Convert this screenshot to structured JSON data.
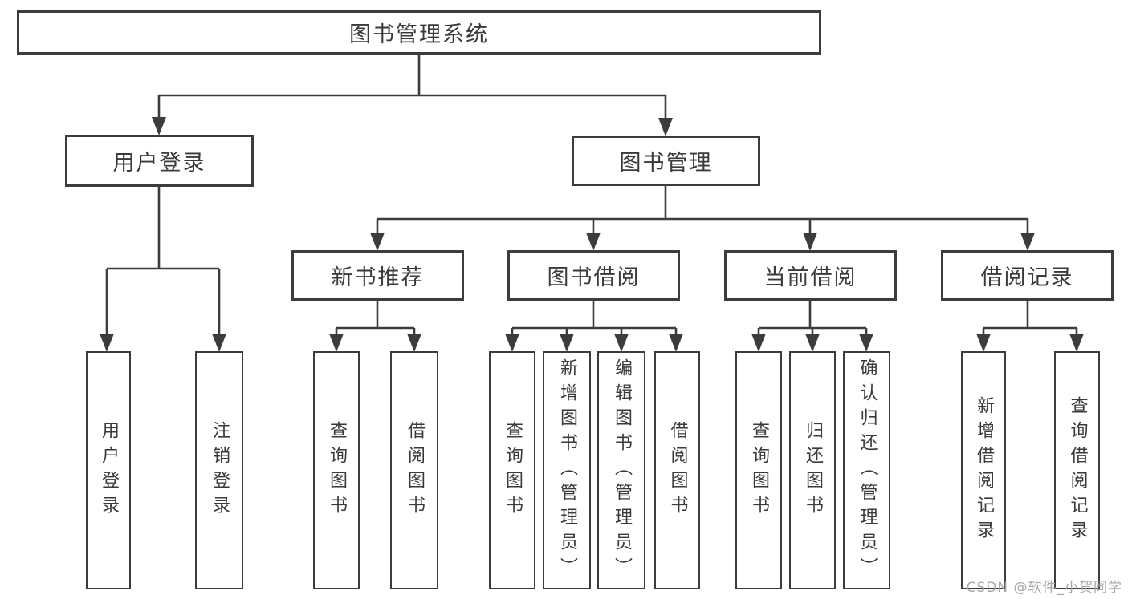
{
  "diagram": {
    "type": "hierarchy-tree",
    "title": "图书管理系统",
    "nodes": {
      "root": {
        "label": "图书管理系统"
      },
      "user_login": {
        "label": "用户登录"
      },
      "book_mgmt": {
        "label": "图书管理"
      },
      "new_book_rec": {
        "label": "新书推荐"
      },
      "book_borrow": {
        "label": "图书借阅"
      },
      "current_borrow": {
        "label": "当前借阅"
      },
      "borrow_records": {
        "label": "借阅记录"
      },
      "leaf_user_login": {
        "label": "用户登录"
      },
      "leaf_logout": {
        "label": "注销登录"
      },
      "leaf_query_book_1": {
        "label": "查询图书"
      },
      "leaf_borrow_book_1": {
        "label": "借阅图书"
      },
      "leaf_query_book_2": {
        "label": "查询图书"
      },
      "leaf_add_book": {
        "label": "新增图书（管理员）"
      },
      "leaf_edit_book": {
        "label": "编辑图书（管理员）"
      },
      "leaf_borrow_book_2": {
        "label": "借阅图书"
      },
      "leaf_query_book_3": {
        "label": "查询图书"
      },
      "leaf_return_book": {
        "label": "归还图书"
      },
      "leaf_confirm_return": {
        "label": "确认归还（管理员）"
      },
      "leaf_add_record": {
        "label": "新增借阅记录"
      },
      "leaf_query_record": {
        "label": "查询借阅记录"
      }
    },
    "edges": [
      [
        "图书管理系统",
        "用户登录"
      ],
      [
        "图书管理系统",
        "图书管理"
      ],
      [
        "用户登录",
        "用户登录(叶)"
      ],
      [
        "用户登录",
        "注销登录"
      ],
      [
        "图书管理",
        "新书推荐"
      ],
      [
        "图书管理",
        "图书借阅"
      ],
      [
        "图书管理",
        "当前借阅"
      ],
      [
        "图书管理",
        "借阅记录"
      ],
      [
        "新书推荐",
        "查询图书"
      ],
      [
        "新书推荐",
        "借阅图书"
      ],
      [
        "图书借阅",
        "查询图书"
      ],
      [
        "图书借阅",
        "新增图书（管理员）"
      ],
      [
        "图书借阅",
        "编辑图书（管理员）"
      ],
      [
        "图书借阅",
        "借阅图书"
      ],
      [
        "当前借阅",
        "查询图书"
      ],
      [
        "当前借阅",
        "归还图书"
      ],
      [
        "当前借阅",
        "确认归还（管理员）"
      ],
      [
        "借阅记录",
        "新增借阅记录"
      ],
      [
        "借阅记录",
        "查询借阅记录"
      ]
    ]
  },
  "watermark": {
    "text": "CSDN @软件_小贺同学"
  },
  "colors": {
    "background": "#ffffff",
    "line": "#3c3c3c",
    "box_border": "#3c3c3c",
    "text": "#3a3a3a",
    "watermark": "#a7a7a7"
  }
}
